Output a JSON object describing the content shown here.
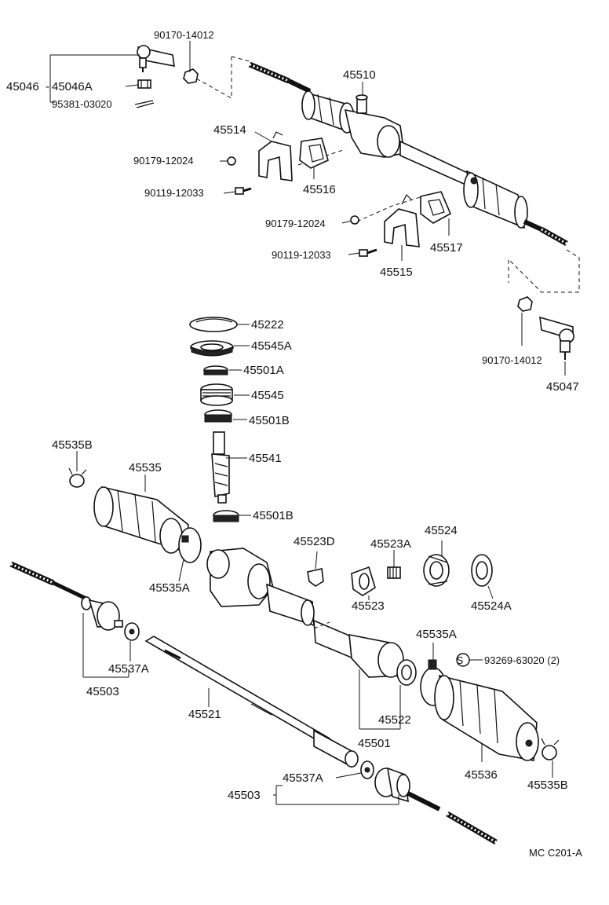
{
  "labels": {
    "p90170_14012_top": "90170-14012",
    "p45046": "45046",
    "p45046A": "45046A",
    "p95381_03020": "95381-03020",
    "p45510": "45510",
    "p45514": "45514",
    "p90179_12024_a": "90179-12024",
    "p45516": "45516",
    "p90119_12033_a": "90119-12033",
    "p90179_12024_b": "90179-12024",
    "p45517": "45517",
    "p90119_12033_b": "90119-12033",
    "p45515": "45515",
    "p90170_14012_bot": "90170-14012",
    "p45047": "45047",
    "p45222": "45222",
    "p45545A": "45545A",
    "p45501A": "45501A",
    "p45545": "45545",
    "p45501B_a": "45501B",
    "p45541": "45541",
    "p45501B_b": "45501B",
    "p45535B_a": "45535B",
    "p45535": "45535",
    "p45535A_a": "45535A",
    "p45523D": "45523D",
    "p45523A": "45523A",
    "p45524": "45524",
    "p45523": "45523",
    "p45524A": "45524A",
    "p45537A_a": "45537A",
    "p45503_a": "45503",
    "p45535A_b": "45535A",
    "p93269_63020": "93269-63020 (2)",
    "s_mark": "S",
    "p45521": "45521",
    "p45522": "45522",
    "p45501": "45501",
    "p45536": "45536",
    "p45535B_b": "45535B",
    "p45537A_b": "45537A",
    "p45503_b": "45503",
    "catalog_code": "MC C201-A"
  }
}
